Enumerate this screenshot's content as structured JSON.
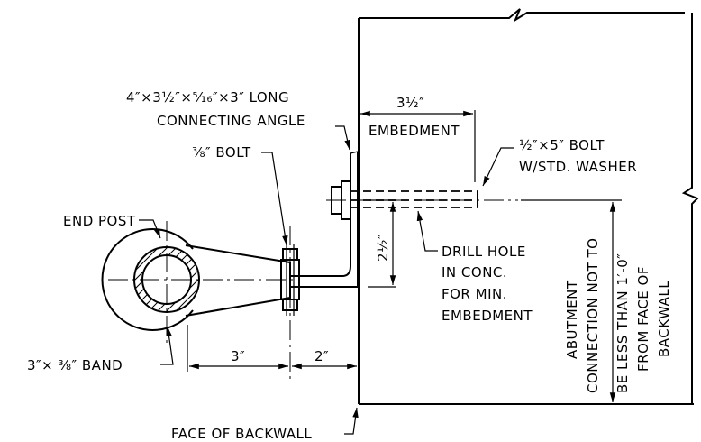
{
  "labels": {
    "angle_line1": "4″×3½″×⁵⁄₁₆″×3″ LONG",
    "angle_line2": "CONNECTING ANGLE",
    "bolt_small": "⅜″ BOLT",
    "embed_dim": "3½″",
    "embed_text": "EMBEDMENT",
    "bolt_large_line1": "½″×5″ BOLT",
    "bolt_large_line2": "W/STD. WASHER",
    "end_post": "END POST",
    "band": "3″× ⅜″ BAND",
    "drill_line1": "DRILL HOLE",
    "drill_line2": "IN CONC.",
    "drill_line3": "FOR MIN.",
    "drill_line4": "EMBEDMENT",
    "vert_dim": "2½″",
    "dim_3": "3″",
    "dim_2": "2″",
    "face_backwall": "FACE OF BACKWALL",
    "abut_line1": "ABUTMENT",
    "abut_line2": "CONNECTION NOT TO",
    "abut_line3": "BE LESS THAN 1′-0″",
    "abut_line4": "FROM FACE OF",
    "abut_line5": "BACKWALL"
  }
}
